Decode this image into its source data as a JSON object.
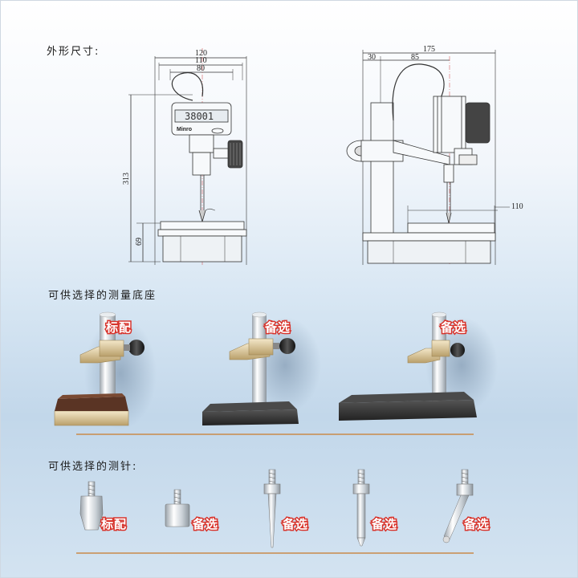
{
  "headings": {
    "dimensions": "外形尺寸:",
    "bases": "可供选择的测量底座",
    "probes": "可供选择的测针:"
  },
  "front_view": {
    "width_120": "120",
    "width_110": "110",
    "width_80": "80",
    "height_313": "313",
    "height_69": "69",
    "display_reading": "38001",
    "brand": "Minro"
  },
  "side_view": {
    "depth_175": "175",
    "offset_30": "30",
    "offset_85": "85",
    "reach_110": "110"
  },
  "bases": [
    {
      "tag": "标配"
    },
    {
      "tag": "备选"
    },
    {
      "tag": "备选"
    }
  ],
  "probes": [
    {
      "tag": "标配"
    },
    {
      "tag": "备选"
    },
    {
      "tag": "备选"
    },
    {
      "tag": "备选"
    },
    {
      "tag": "备选"
    }
  ],
  "colors": {
    "badge_outline": "#d8342c",
    "divider": "#c98a4a",
    "granite": "#333333",
    "brass_mount": "#d9c49a"
  }
}
